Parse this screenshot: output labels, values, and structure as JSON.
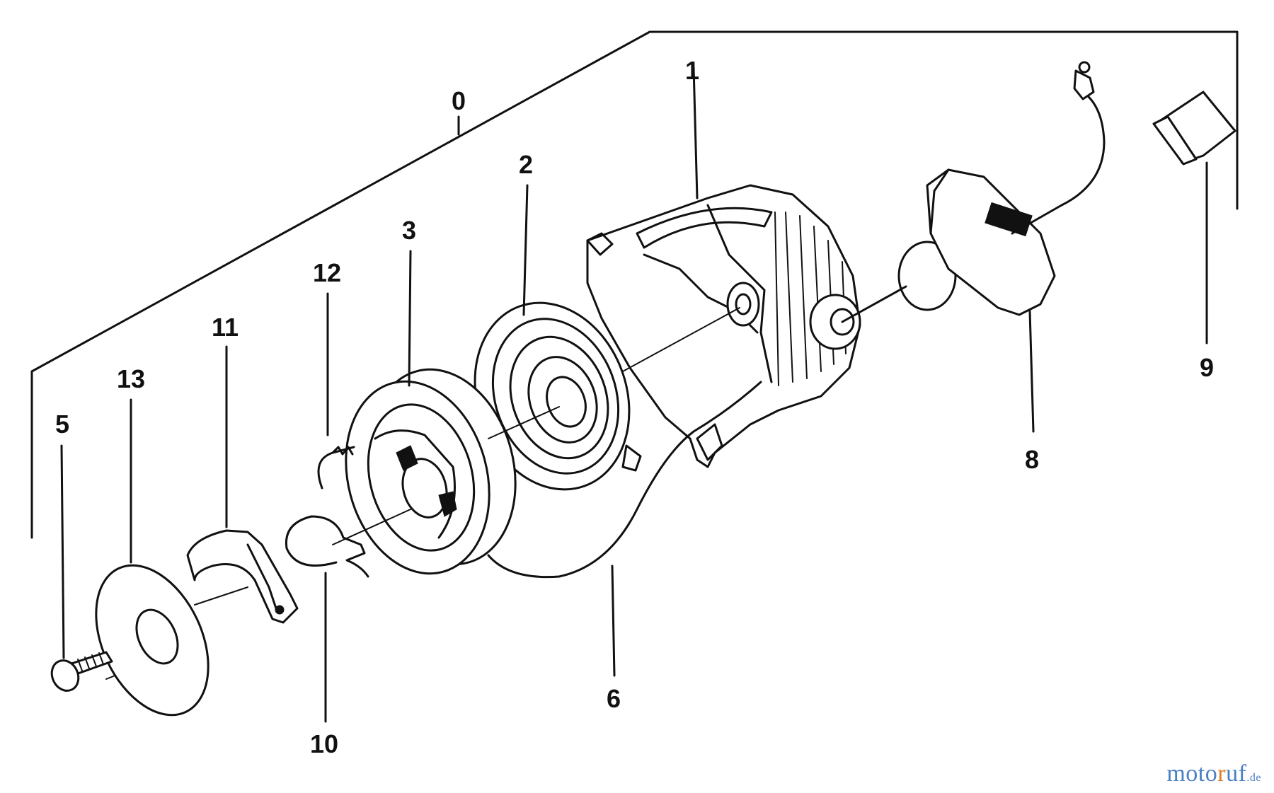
{
  "labels": {
    "p0": "0",
    "p1": "1",
    "p2": "2",
    "p3": "3",
    "p5": "5",
    "p6": "6",
    "p8": "8",
    "p9": "9",
    "p10": "10",
    "p11": "11",
    "p12": "12",
    "p13": "13"
  },
  "watermark": {
    "part1": "moto",
    "part2": "r",
    "part3": "uf",
    "tld": ".de"
  }
}
